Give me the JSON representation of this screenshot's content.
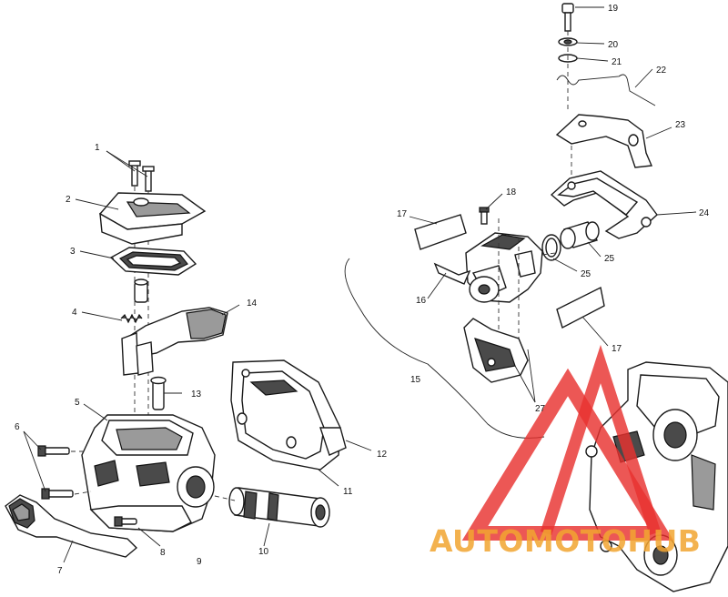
{
  "diagram": {
    "callouts": {
      "c1": "1",
      "c2": "2",
      "c3": "3",
      "c4": "4",
      "c5": "5",
      "c6": "6",
      "c7": "7",
      "c8": "8",
      "c9": "9",
      "c10": "10",
      "c11": "11",
      "c12": "12",
      "c13": "13",
      "c14": "14",
      "c15": "15",
      "c16": "16",
      "c17a": "17",
      "c17b": "17",
      "c18": "18",
      "c19": "19",
      "c20": "20",
      "c21": "21",
      "c22": "22",
      "c23": "23",
      "c24": "24",
      "c25a": "25",
      "c25b": "25",
      "c27": "27"
    }
  },
  "watermark": {
    "text": "AUTOMOTOHUB",
    "logo_color": "#e8322f",
    "text_color": "#f2a531"
  }
}
